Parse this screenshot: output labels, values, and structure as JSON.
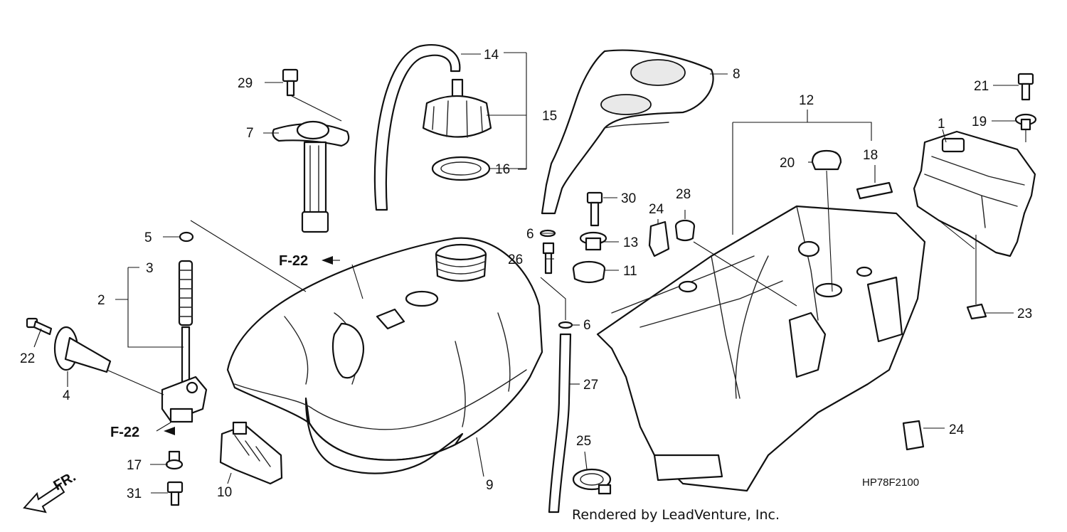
{
  "callouts": [
    {
      "id": "1",
      "label": "1"
    },
    {
      "id": "2",
      "label": "2"
    },
    {
      "id": "3",
      "label": "3"
    },
    {
      "id": "4",
      "label": "4"
    },
    {
      "id": "5",
      "label": "5"
    },
    {
      "id": "6a",
      "label": "6"
    },
    {
      "id": "6b",
      "label": "6"
    },
    {
      "id": "7",
      "label": "7"
    },
    {
      "id": "8",
      "label": "8"
    },
    {
      "id": "9",
      "label": "9"
    },
    {
      "id": "10",
      "label": "10"
    },
    {
      "id": "11",
      "label": "11"
    },
    {
      "id": "12",
      "label": "12"
    },
    {
      "id": "13",
      "label": "13"
    },
    {
      "id": "14",
      "label": "14"
    },
    {
      "id": "15",
      "label": "15"
    },
    {
      "id": "16",
      "label": "16"
    },
    {
      "id": "17",
      "label": "17"
    },
    {
      "id": "18",
      "label": "18"
    },
    {
      "id": "19",
      "label": "19"
    },
    {
      "id": "20",
      "label": "20"
    },
    {
      "id": "21",
      "label": "21"
    },
    {
      "id": "22",
      "label": "22"
    },
    {
      "id": "23",
      "label": "23"
    },
    {
      "id": "24a",
      "label": "24"
    },
    {
      "id": "24b",
      "label": "24"
    },
    {
      "id": "25",
      "label": "25"
    },
    {
      "id": "26",
      "label": "26"
    },
    {
      "id": "27",
      "label": "27"
    },
    {
      "id": "28",
      "label": "28"
    },
    {
      "id": "29",
      "label": "29"
    },
    {
      "id": "30",
      "label": "30"
    },
    {
      "id": "31",
      "label": "31"
    }
  ],
  "references": [
    {
      "id": "ref-top",
      "label": "F-22"
    },
    {
      "id": "ref-bottom",
      "label": "F-22"
    }
  ],
  "diagram_code": "HP78F2100",
  "direction_label": "FR.",
  "credit": "Rendered by LeadVenture, Inc."
}
